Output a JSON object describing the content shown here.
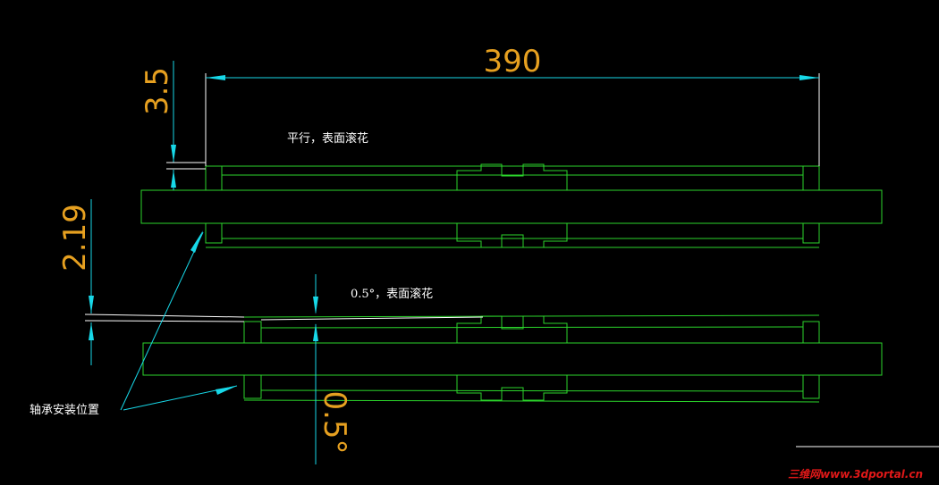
{
  "dimensions": {
    "length": "390",
    "offset_top": "3.5",
    "offset_mid": "2.19",
    "angle": "0.5°"
  },
  "notes": {
    "parallel_knurl": "平行，表面滚花",
    "angled_knurl": "0.5°，表面滚花",
    "bearing_position": "轴承安装位置"
  },
  "watermark": "三维网www.3dportal.cn",
  "colors": {
    "background": "#000000",
    "outline": "#2bd52b",
    "dimension_line": "#17d8e8",
    "dimension_text": "#e6a020",
    "watermark": "#e01818"
  }
}
